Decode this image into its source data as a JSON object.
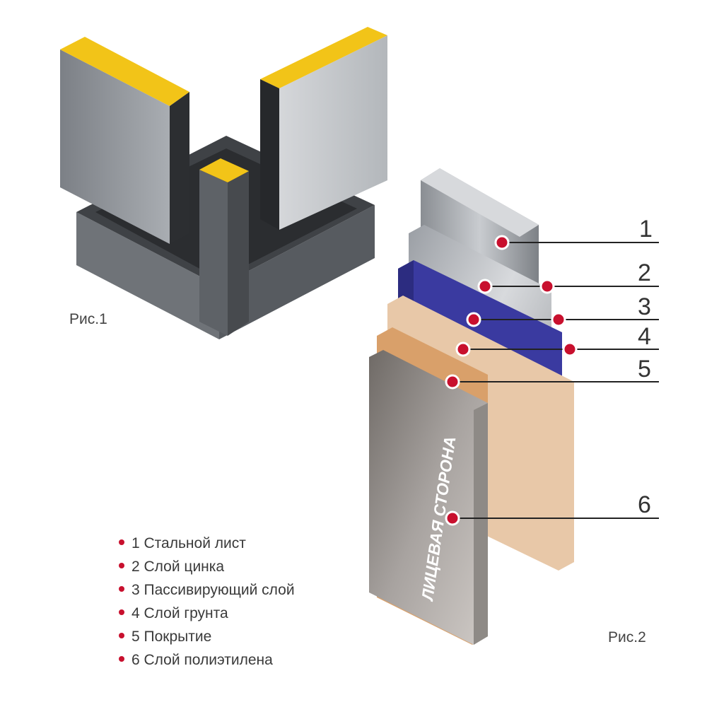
{
  "figure1": {
    "caption": "Рис.1"
  },
  "figure2": {
    "caption": "Рис.2",
    "face_label": "ЛИЦЕВАЯ СТОРОНА",
    "callout_numbers": [
      "1",
      "2",
      "3",
      "4",
      "5",
      "6"
    ]
  },
  "legend": [
    "1 Стальной лист",
    "2 Слой цинка",
    "3 Пассивирующий слой",
    "4 Слой грунта",
    "5 Покрытие",
    "6 Слой полиэтилена"
  ],
  "colors": {
    "marker": "#c8102e",
    "insulation": "#f2c418",
    "steel": "#9a9ea3",
    "passivating_layer": "#3a3aa0",
    "primer_layer": "#e8c8a8",
    "coating_layer": "#d9a06a"
  }
}
